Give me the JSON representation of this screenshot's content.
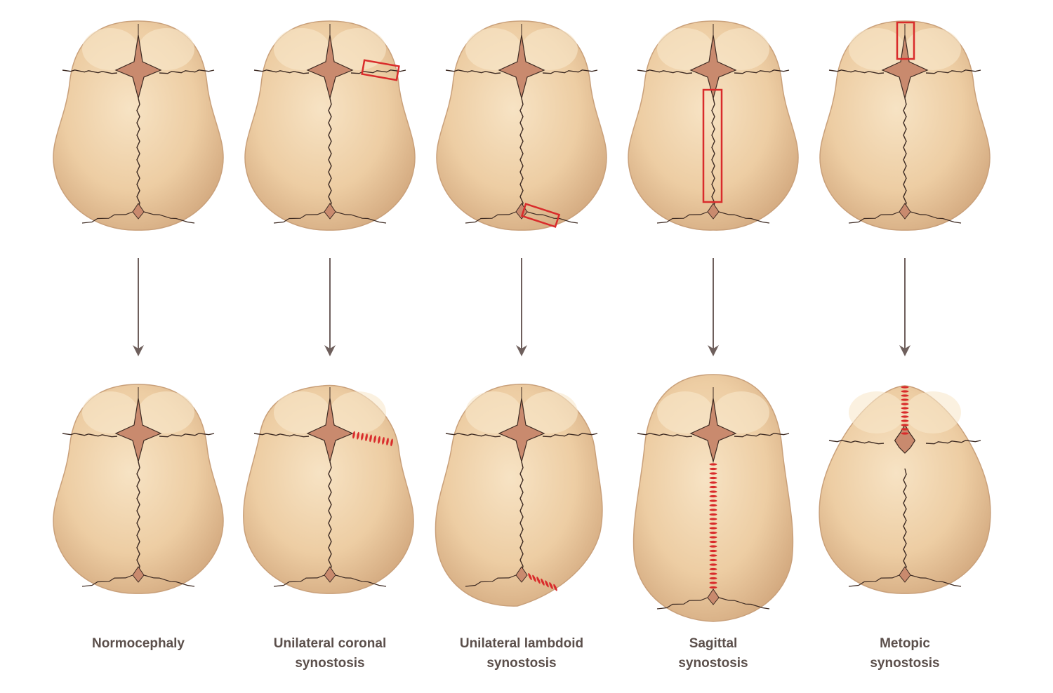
{
  "columns": [
    {
      "id": "normocephaly",
      "caption_lines": [
        "Normocephaly"
      ],
      "top_highlight": "none",
      "bottom_shape": "normal",
      "fused_suture": "none"
    },
    {
      "id": "unilateral-coronal",
      "caption_lines": [
        "Unilateral coronal",
        "synostosis"
      ],
      "top_highlight": "coronal-right",
      "bottom_shape": "anterior-skew",
      "fused_suture": "coronal-right"
    },
    {
      "id": "unilateral-lambdoid",
      "caption_lines": [
        "Unilateral lambdoid",
        "synostosis"
      ],
      "top_highlight": "lambdoid-right",
      "bottom_shape": "posterior-skew",
      "fused_suture": "lambdoid-right"
    },
    {
      "id": "sagittal",
      "caption_lines": [
        "Sagittal",
        "synostosis"
      ],
      "top_highlight": "sagittal",
      "bottom_shape": "elongated",
      "fused_suture": "sagittal"
    },
    {
      "id": "metopic",
      "caption_lines": [
        "Metopic",
        "synostosis"
      ],
      "top_highlight": "metopic",
      "bottom_shape": "triangular",
      "fused_suture": "metopic"
    }
  ],
  "colors": {
    "bone_light": "#f4dcb8",
    "bone_mid": "#e9c79b",
    "bone_dark": "#c9a07a",
    "fontanelle": "#c98a6e",
    "suture": "#3d2a22",
    "highlight": "#d92b2b",
    "arrow": "#6e5f5c",
    "caption": "#5b4f4b"
  }
}
